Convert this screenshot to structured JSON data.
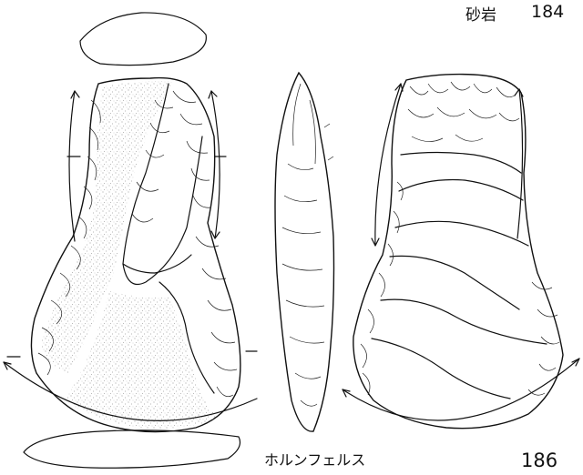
{
  "labels": {
    "top_material": "砂岩",
    "top_number": "184",
    "bottom_material": "ホルンフェルス",
    "bottom_number": "186"
  },
  "colors": {
    "line": "#111111",
    "background": "#ffffff",
    "stipple": "#888888"
  }
}
